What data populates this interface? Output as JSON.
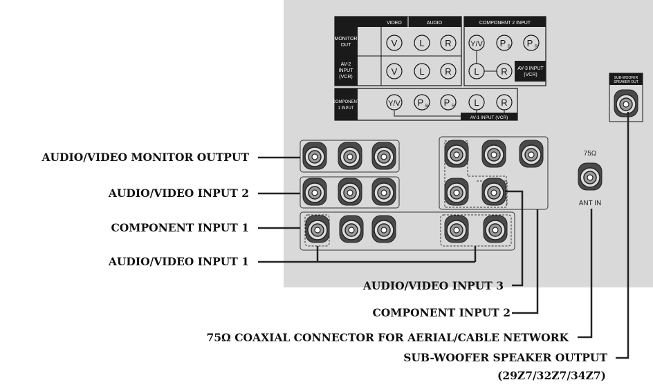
{
  "callouts": {
    "av_monitor_output": "AUDIO/VIDEO MONITOR OUTPUT",
    "av_input_2": "AUDIO/VIDEO INPUT 2",
    "component_input_1": "COMPONENT INPUT 1",
    "av_input_1": "AUDIO/VIDEO INPUT 1",
    "av_input_3": "AUDIO/VIDEO INPUT 3",
    "component_input_2": "COMPONENT INPUT 2",
    "coaxial": "75Ω COAXIAL CONNECTOR FOR AERIAL/CABLE NETWORK",
    "subwoofer_line1": "SUB-WOOFER SPEAKER OUTPUT",
    "subwoofer_line2": "(29Z7/32Z7/34Z7)"
  },
  "panel_labels": {
    "video": "VIDEO",
    "audio": "AUDIO",
    "component2_input": "COMPONENT 2 INPUT",
    "monitor_out_1": "MONITOR",
    "monitor_out_2": "OUT",
    "av2_input_1": "AV-2",
    "av2_input_2": "INPUT",
    "av2_input_3": "(VCR)",
    "av3_input_1": "AV-3 INPUT",
    "av3_input_2": "(VCR)",
    "component1_input_1": "COMPONENT",
    "component1_input_2": "1 INPUT",
    "av1_input": "AV-1 INPUT (VCR)",
    "subwoofer_1": "SUB-WOOFER",
    "subwoofer_2": "SPEAKER OUT",
    "ohm_75": "75Ω",
    "ant_in": "ANT IN"
  },
  "jack_letters": {
    "v": "V",
    "l": "L",
    "r": "R",
    "yv": "Y/V",
    "pb_main": "P",
    "pb_sub": "B",
    "pr_main": "P",
    "pr_sub": "R"
  },
  "colors": {
    "panel": "#d9d9d9",
    "label_block": "#1a1a1a",
    "line": "#222222"
  }
}
